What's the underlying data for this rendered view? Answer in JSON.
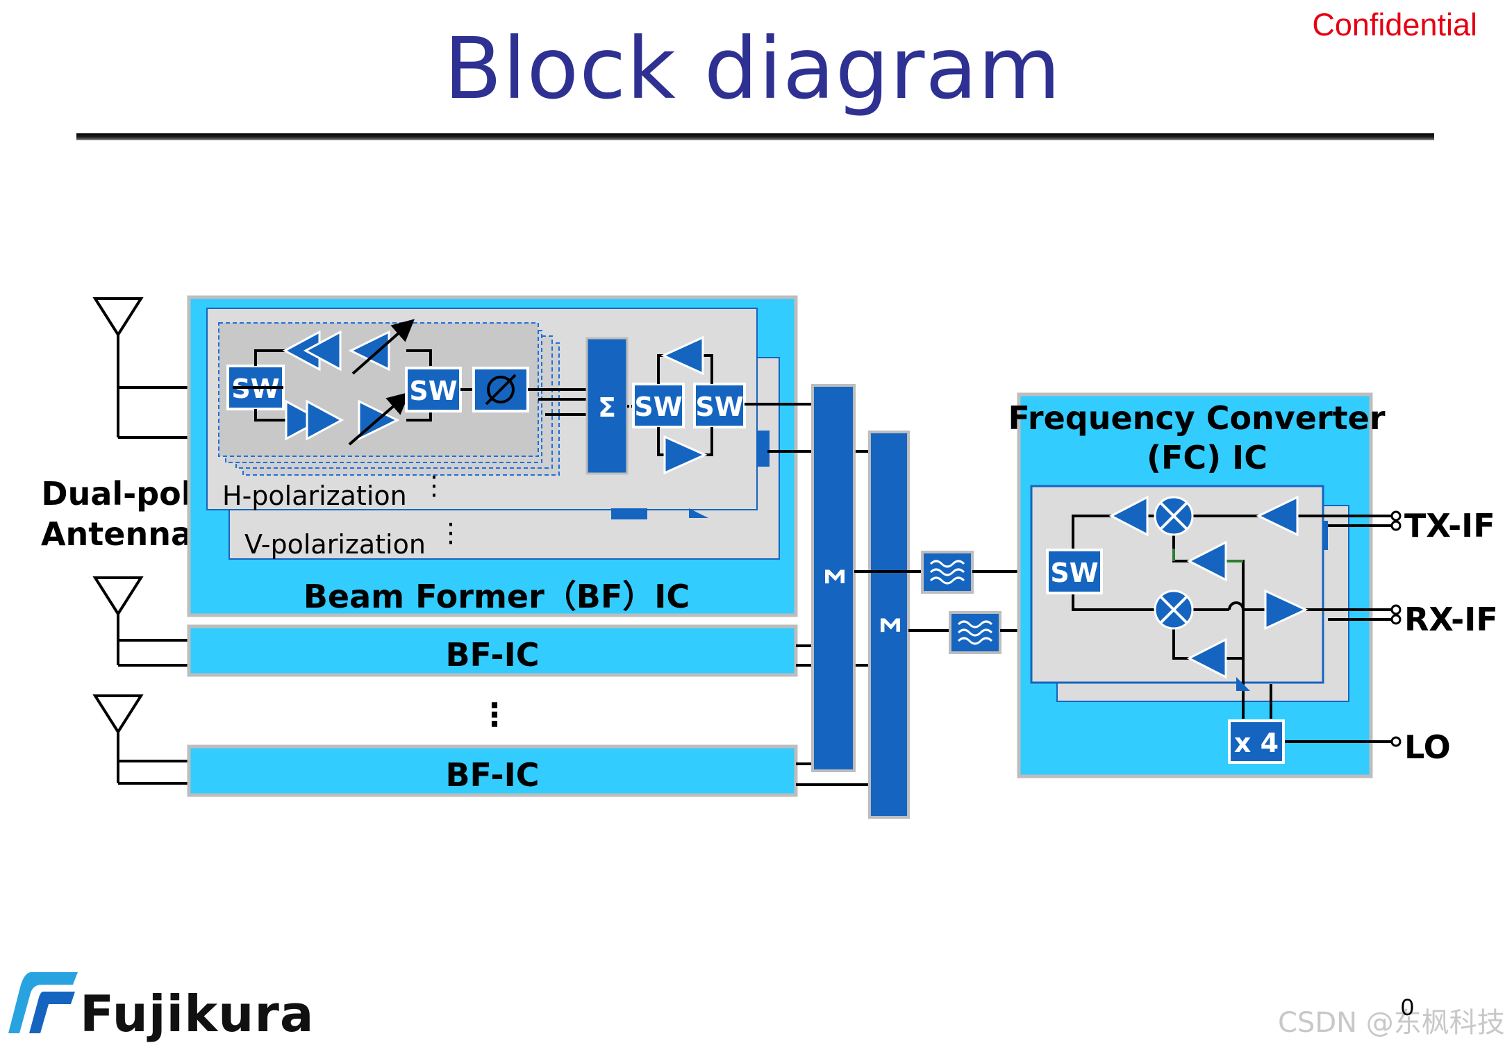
{
  "header": {
    "title": "Block diagram",
    "confidential_label": "Confidential"
  },
  "antenna": {
    "label_line1": "Dual-pol",
    "label_line2": "Antenna"
  },
  "beam_former": {
    "title": "Beam Former（BF）IC",
    "h_pol_label": "H-polarization",
    "v_pol_label": "V-polarization",
    "switch_label": "SW",
    "sum_label": "Σ",
    "more_dots": "⋮"
  },
  "bf_ic_rows": [
    "BF-IC",
    "BF-IC"
  ],
  "vertical_ellipsis": "⋮",
  "combiner": {
    "sum_label": "Σ"
  },
  "frequency_converter": {
    "title_line1": "Frequency Converter",
    "title_line2": "(FC) IC",
    "switch_label": "SW",
    "multiplier_label": "x 4"
  },
  "ports": {
    "tx_if": "TX-IF",
    "rx_if": "RX-IF",
    "lo": "LO"
  },
  "footer": {
    "brand": "Fujikura",
    "page_number": "0",
    "watermark": "CSDN @东枫科技"
  },
  "colors": {
    "title": "#2e3192",
    "confidential": "#e60012",
    "ic_cyan": "#33ccff",
    "block_blue": "#1565c0",
    "panel_gray": "#d9d9d9"
  }
}
